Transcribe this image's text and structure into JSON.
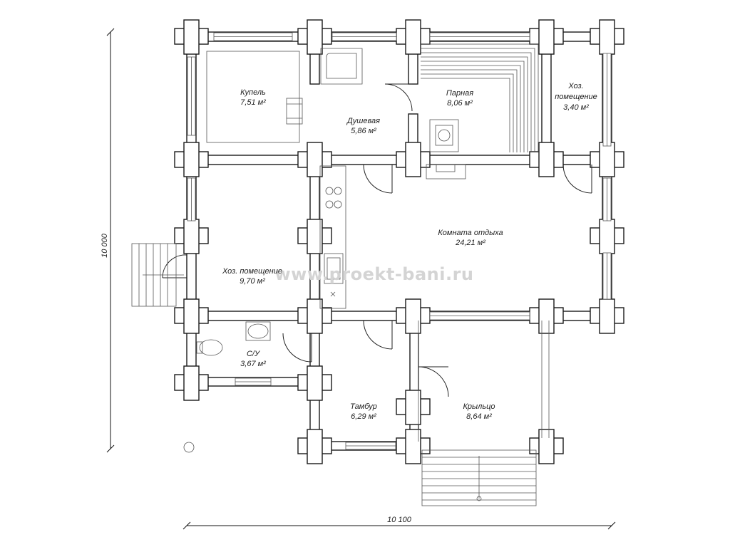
{
  "watermark": "www.proekt-bani.ru",
  "dimensions": {
    "width_label": "10 100",
    "height_label": "10 000"
  },
  "rooms": {
    "kupel": {
      "name": "Купель",
      "area": "7,51 м²"
    },
    "dushevaya": {
      "name": "Душевая",
      "area": "5,86 м²"
    },
    "parnaya": {
      "name": "Парная",
      "area": "8,06 м²"
    },
    "hoz_small_1": "Хоз.",
    "hoz_small_2": "помещение",
    "hoz_small_area": "3,40 м²",
    "komnata": {
      "name": "Комната отдыха",
      "area": "24,21 м²"
    },
    "hoz_big": {
      "name": "Хоз. помещение",
      "area": "9,70 м²"
    },
    "su": {
      "name": "С/У",
      "area": "3,67 м²"
    },
    "tambur": {
      "name": "Тамбур",
      "area": "6,29 м²"
    },
    "krylco": {
      "name": "Крыльцо",
      "area": "8,64 м²"
    }
  }
}
